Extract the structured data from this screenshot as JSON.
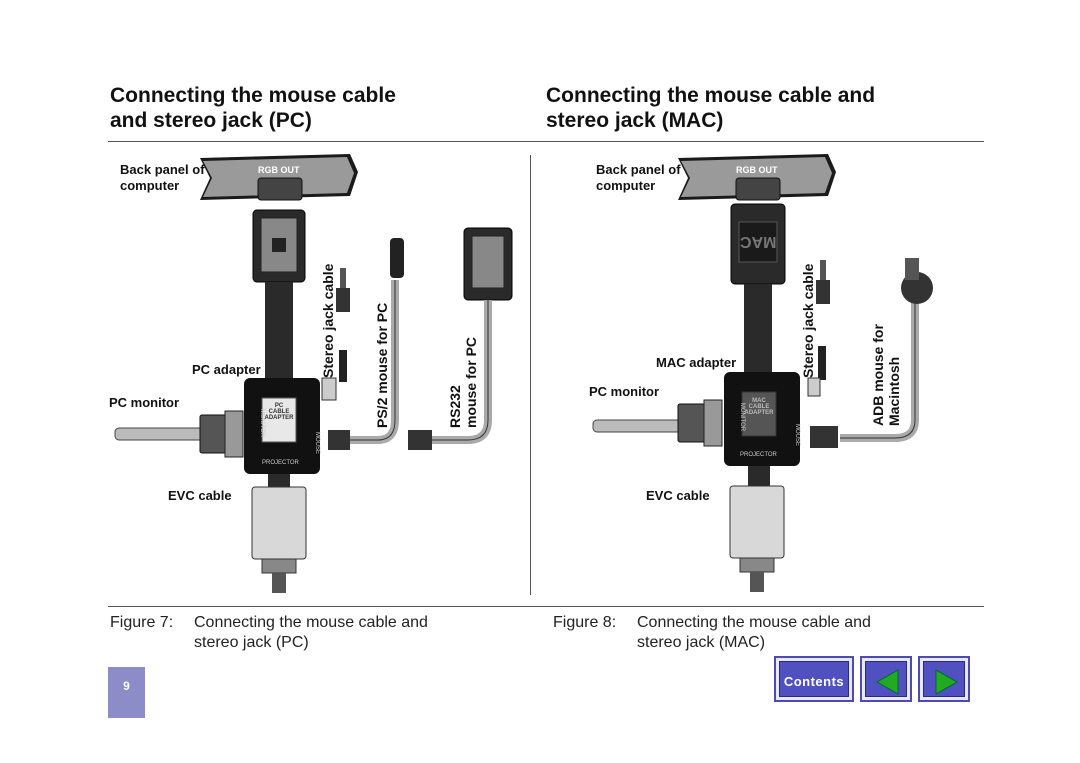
{
  "left_heading": {
    "line1": "Connecting the mouse cable",
    "line2": "and stereo jack (PC)"
  },
  "right_heading": {
    "line1": "Connecting the mouse cable and",
    "line2": "stereo jack (MAC)"
  },
  "left_figure": {
    "back_panel_line1": "Back panel of",
    "back_panel_line2": "computer",
    "rgb_out": "RGB OUT",
    "pc_adapter": "PC adapter",
    "pc_monitor": "PC monitor",
    "evc_cable": "EVC cable",
    "stereo_jack": "Stereo jack cable",
    "ps2_mouse": "PS/2 mouse for PC",
    "rs232_line1": "RS232",
    "rs232_line2": "mouse for PC",
    "adapter_text": "PC CABLE ADAPTER",
    "monitor_port": "MONITOR",
    "mouse_port": "MOUSE",
    "projector_port": "PROJECTOR"
  },
  "right_figure": {
    "back_panel_line1": "Back panel of",
    "back_panel_line2": "computer",
    "rgb_out": "RGB OUT",
    "mac_adapter": "MAC adapter",
    "pc_monitor": "PC monitor",
    "evc_cable": "EVC cable",
    "stereo_jack": "Stereo jack cable",
    "adb_line1": "ADB mouse for",
    "adb_line2": "Macintosh",
    "mac_plug": "MAC",
    "adapter_text": "MAC CABLE ADAPTER",
    "monitor_port": "MONITOR",
    "mouse_port": "MOUSE",
    "projector_port": "PROJECTOR"
  },
  "captions": {
    "fig7_label": "Figure 7:",
    "fig7_text": "Connecting the mouse cable and stereo jack (PC)",
    "fig8_label": "Figure 8:",
    "fig8_text": "Connecting the mouse cable and stereo jack (MAC)"
  },
  "footer": {
    "page_number": "9",
    "contents_label": "Contents",
    "prev_icon": "left-triangle-icon",
    "next_icon": "right-triangle-icon",
    "accent_color": "#5050c0",
    "prev_color": "#22aa22",
    "next_color": "#22aa22"
  }
}
